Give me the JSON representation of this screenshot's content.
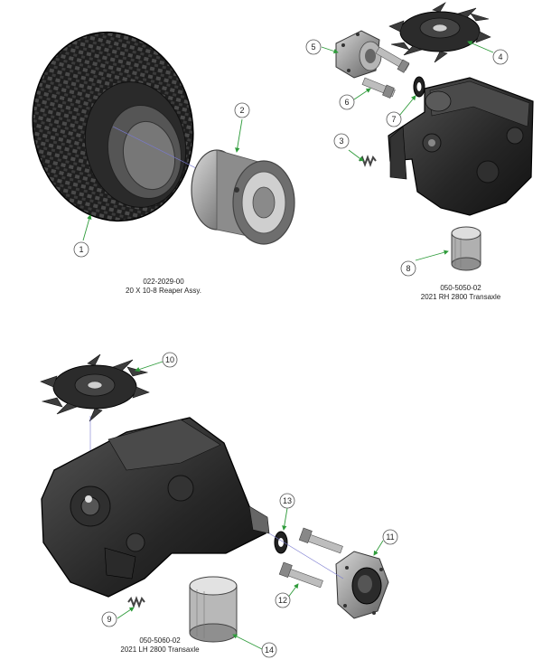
{
  "assemblies": [
    {
      "part_number": "022-2029-00",
      "description": "20 X 10-8 Reaper Assy."
    },
    {
      "part_number": "050-5050-02",
      "description": "2021 RH 2800 Transaxle"
    },
    {
      "part_number": "050-5060-02",
      "description": "2021 LH 2800 Transaxle"
    }
  ],
  "callouts": [
    "1",
    "2",
    "3",
    "4",
    "5",
    "6",
    "7",
    "8",
    "9",
    "10",
    "11",
    "12",
    "13",
    "14"
  ],
  "colors": {
    "leader": "#2e9b3a",
    "part_dark": "#1c1c1c",
    "part_mid": "#3a3a3a",
    "part_light": "#9a9a9a",
    "centerline": "#7a7ad0"
  }
}
